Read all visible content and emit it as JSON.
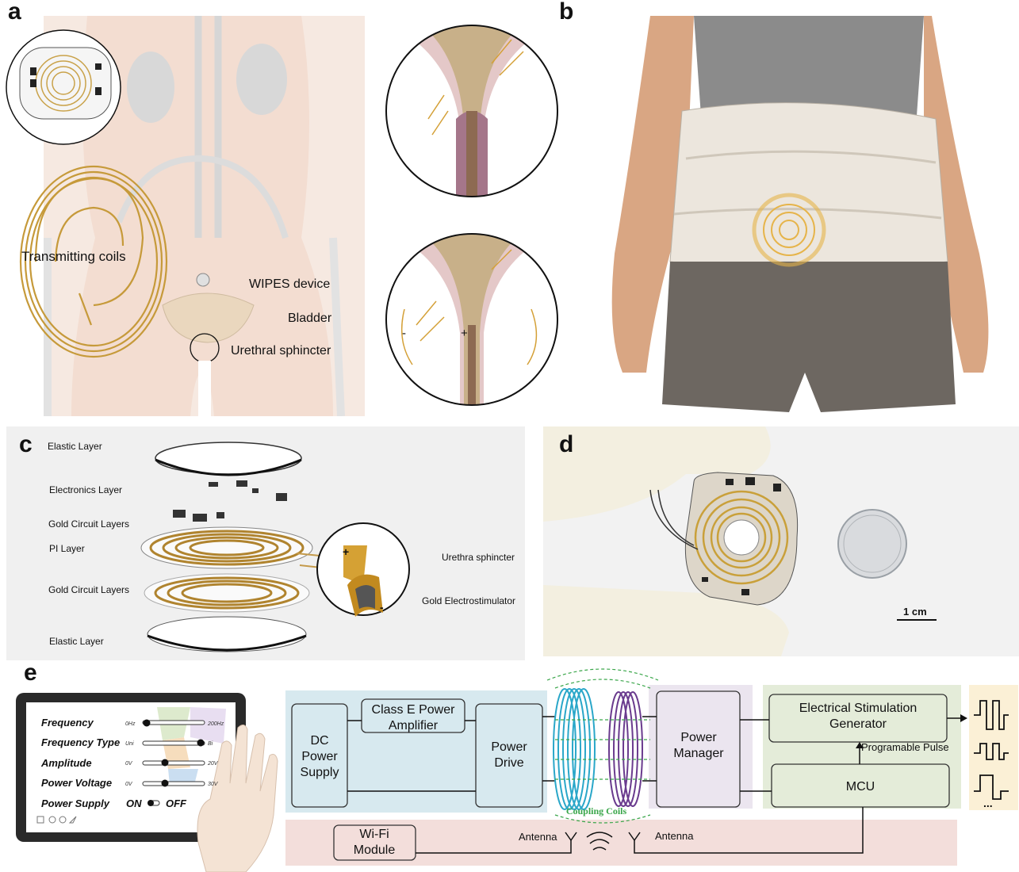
{
  "panels": {
    "a": {
      "letter": "a",
      "labels": {
        "transmitting_coils": "Transmitting coils",
        "wipes_device": "WIPES device",
        "bladder": "Bladder",
        "urethral_sphincter": "Urethral sphincter"
      },
      "signs": {
        "minus": "-",
        "plus": "+"
      }
    },
    "b": {
      "letter": "b"
    },
    "c": {
      "letter": "c",
      "layers": {
        "elastic_top": "Elastic Layer",
        "electronics": "Electronics Layer",
        "gold_top": "Gold Circuit Layers",
        "pi": "PI Layer",
        "gold_bottom": "Gold Circuit Layers",
        "elastic_bottom": "Elastic Layer"
      },
      "callouts": {
        "urethra_sphincter": "Urethra sphincter",
        "gold_electrostimulator": "Gold Electrostimulator"
      },
      "signs": {
        "plus": "+",
        "minus": "-"
      }
    },
    "d": {
      "letter": "d",
      "scale_bar": "1 cm"
    },
    "e": {
      "letter": "e",
      "tablet": {
        "rows": [
          {
            "label": "Frequency",
            "min": "0Hz",
            "max": "200Hz"
          },
          {
            "label": "Frequency Type",
            "min": "Uni",
            "max": "Bi"
          },
          {
            "label": "Amplitude",
            "min": "0V",
            "max": "20V"
          },
          {
            "label": "Power Voltage",
            "min": "0V",
            "max": "30V"
          }
        ],
        "power_supply": {
          "label": "Power Supply",
          "on": "ON",
          "off": "OFF"
        }
      },
      "blocks": {
        "dc_power_supply": [
          "DC",
          "Power",
          "Supply"
        ],
        "class_e": [
          "Class E Power",
          "Amplifier"
        ],
        "power_drive": [
          "Power",
          "Drive"
        ],
        "coupling_coils": "Coupling Coils",
        "power_manager": [
          "Power",
          "Manager"
        ],
        "esg": [
          "Electrical Stimulation",
          "Generator"
        ],
        "programable_pulse": "Programable Pulse",
        "mcu": "MCU",
        "wifi": [
          "Wi-Fi",
          "Module"
        ],
        "antenna_left": "Antenna",
        "antenna_right": "Antenna",
        "ellipsis": "..."
      },
      "colors": {
        "blue_region": "#d7e9ef",
        "purple_region": "#ebe5ef",
        "green_region": "#e4ecd9",
        "pink_region": "#f3dedb",
        "yellow_region": "#fbf0d6",
        "coil_blue": "#2aa7c9",
        "coil_purple": "#6a3b8e",
        "coupling_label": "#3aa64a"
      }
    }
  }
}
